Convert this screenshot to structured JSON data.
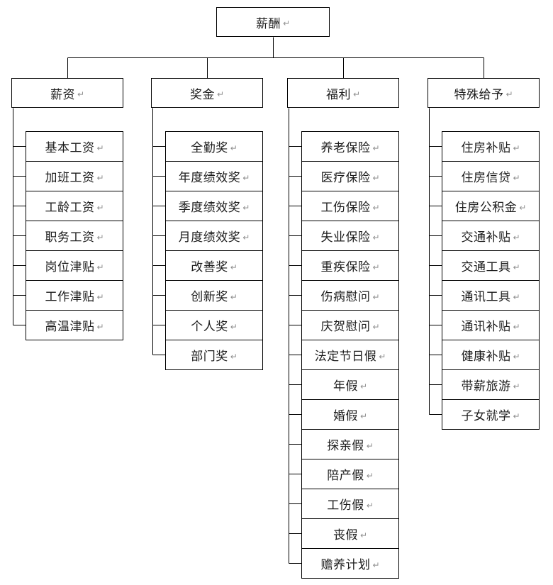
{
  "diagram": {
    "return_mark": "↵",
    "root": {
      "label": "薪酬"
    },
    "branches": [
      {
        "label": "薪资",
        "children": [
          "基本工资",
          "加班工资",
          "工龄工资",
          "职务工资",
          "岗位津贴",
          "工作津贴",
          "高温津贴"
        ]
      },
      {
        "label": "奖金",
        "children": [
          "全勤奖",
          "年度绩效奖",
          "季度绩效奖",
          "月度绩效奖",
          "改善奖",
          "创新奖",
          "个人奖",
          "部门奖"
        ]
      },
      {
        "label": "福利",
        "children": [
          "养老保险",
          "医疗保险",
          "工伤保险",
          "失业保险",
          "重疾保险",
          "伤病慰问",
          "庆贺慰问",
          "法定节日假",
          "年假",
          "婚假",
          "探亲假",
          "陪产假",
          "工伤假",
          "丧假",
          "赡养计划"
        ]
      },
      {
        "label": "特殊给予",
        "children": [
          "住房补贴",
          "住房信贷",
          "住房公积金",
          "交通补贴",
          "交通工具",
          "通讯工具",
          "通讯补贴",
          "健康补贴",
          "带薪旅游",
          "子女就学"
        ]
      }
    ],
    "colors": {
      "border": "#000000",
      "background": "#ffffff",
      "text": "#1c1c1c",
      "mark": "#8f8f8f"
    }
  }
}
